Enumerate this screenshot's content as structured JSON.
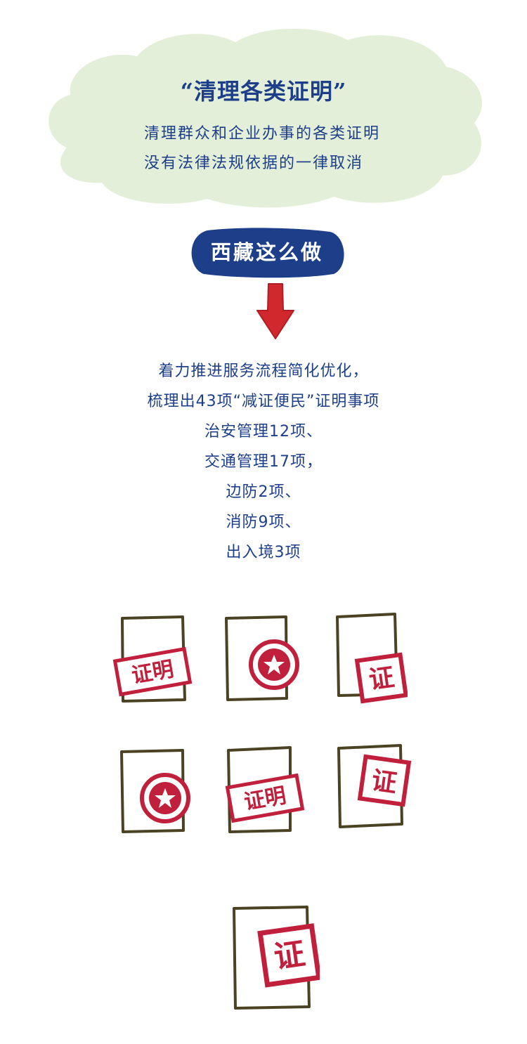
{
  "header": {
    "title": "“清理各类证明”",
    "desc_lines": [
      "清理群众和企业办事的各类证明",
      "没有法律法规依据的一律取消"
    ]
  },
  "section_badge": {
    "label": "西藏这么做"
  },
  "body": {
    "lines": [
      "着力推进服务流程简化优化，",
      "梳理出43项“减证便民”证明事项",
      "治安管理12项、",
      "交通管理17项，",
      "边防2项、",
      "消防9项、",
      "出入境3项"
    ]
  },
  "stamps": {
    "zheng_ming": "证明",
    "zheng": "证"
  },
  "colors": {
    "text_blue": "#1d3f8a",
    "cloud_green": "#e3efd8",
    "stamp_red": "#c0203b",
    "frame_olive": "#4a4222",
    "arrow_red": "#d0282c"
  }
}
